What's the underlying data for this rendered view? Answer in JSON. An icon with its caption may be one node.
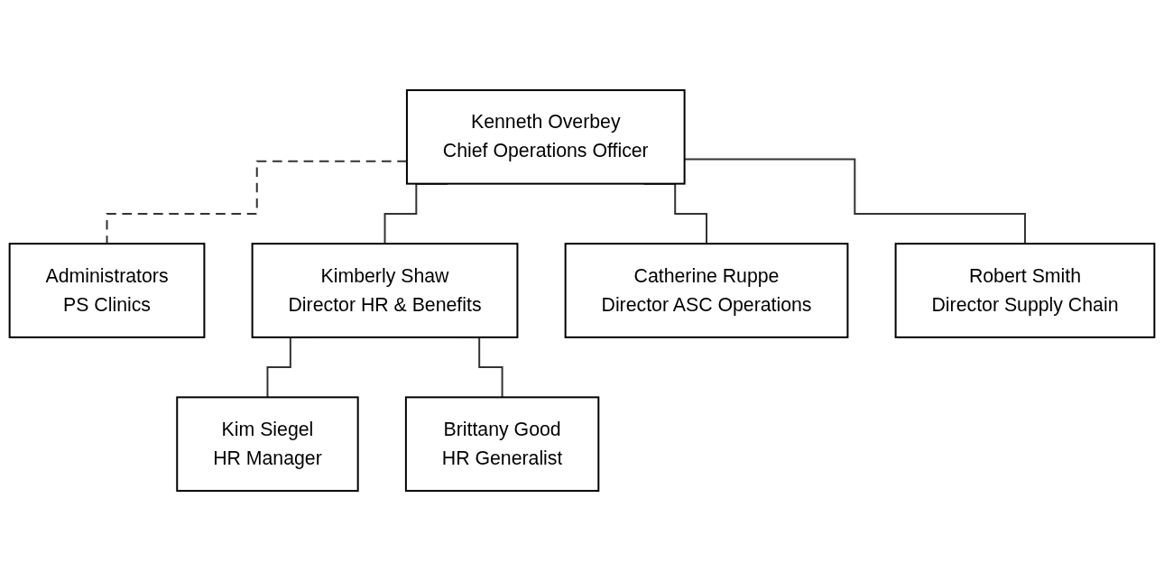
{
  "diagram": {
    "nodes": [
      {
        "text": [
          "Kenneth Overbey",
          "Chief Operations Officer"
        ]
      },
      {
        "text": [
          "Administrators",
          "PS Clinics"
        ]
      },
      {
        "text": [
          "Kimberly Shaw",
          "Director HR & Benefits"
        ]
      },
      {
        "text": [
          "Catherine Ruppe",
          "Director ASC Operations"
        ]
      },
      {
        "text": [
          "Robert Smith",
          "Director Supply Chain"
        ]
      },
      {
        "text": [
          "Kim Siegel",
          "HR Manager"
        ]
      },
      {
        "text": [
          "Brittany Good",
          "HR Generalist"
        ]
      }
    ],
    "edges": [
      {
        "from": 0,
        "to": 1,
        "arrow": "none",
        "style": "dashed"
      },
      {
        "from": 0,
        "to": 2,
        "arrow": "none"
      },
      {
        "from": 0,
        "to": 3,
        "arrow": "none"
      },
      {
        "from": 0,
        "to": 4,
        "arrow": "none"
      },
      {
        "from": 2,
        "to": 5,
        "arrow": "none"
      },
      {
        "from": 2,
        "to": 6,
        "arrow": "none"
      }
    ]
  }
}
